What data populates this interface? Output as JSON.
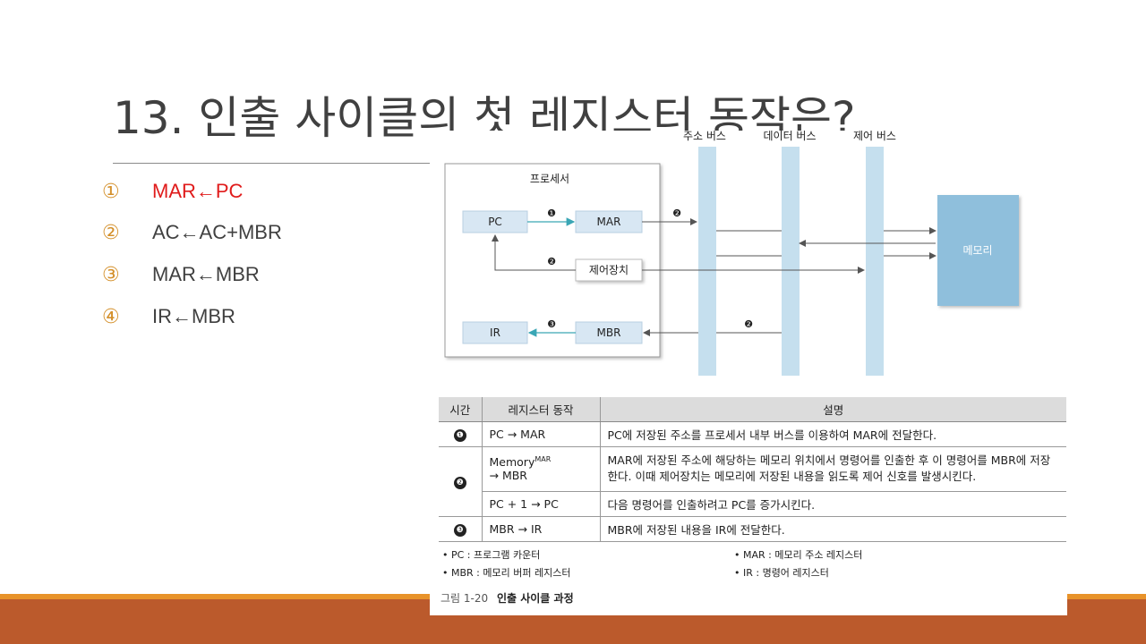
{
  "slide": {
    "title": "13. 인출 사이클의 첫 레지스터 동작은?",
    "options": [
      {
        "num": "①",
        "text": "MAR←PC"
      },
      {
        "num": "②",
        "text": "AC←AC+MBR"
      },
      {
        "num": "③",
        "text": "MAR←MBR"
      },
      {
        "num": "④",
        "text": "IR←MBR"
      }
    ]
  },
  "figure": {
    "diagram": {
      "bus_labels": [
        "주소 버스",
        "데이터 버스",
        "제어 버스"
      ],
      "processor_label": "프로세서",
      "pc": "PC",
      "mar": "MAR",
      "control_unit": "제어장치",
      "ir": "IR",
      "mbr": "MBR",
      "memory": "메모리",
      "step_markers": [
        "❶",
        "❷",
        "❷",
        "❷",
        "❸"
      ]
    },
    "table": {
      "headers": [
        "시간",
        "레지스터 동작",
        "설명"
      ],
      "rows": [
        {
          "time": "❶",
          "op": "PC → MAR",
          "desc": "PC에 저장된 주소를 프로세서 내부 버스를 이용하여 MAR에 전달한다."
        },
        {
          "time": "❷",
          "op_main": "Memory",
          "op_sup": "MAR",
          "op_tail": "→ MBR",
          "desc": "MAR에 저장된 주소에 해당하는 메모리 위치에서 명령어를 인출한 후 이 명령어를 MBR에 저장한다. 이때 제어장치는 메모리에 저장된 내용을 읽도록 제어 신호를 발생시킨다."
        },
        {
          "time": "",
          "op": "PC + 1 → PC",
          "desc": "다음 명령어를 인출하려고 PC를 증가시킨다."
        },
        {
          "time": "❸",
          "op": "MBR → IR",
          "desc": "MBR에 저장된 내용을 IR에 전달한다."
        }
      ]
    },
    "notes": [
      "• PC : 프로그램 카운터",
      "• MAR : 메모리 주소 레지스터",
      "• MBR : 메모리 버퍼 레지스터",
      "• IR : 명령어 레지스터"
    ],
    "caption_num": "그림 1-20",
    "caption_text": "인출 사이클 과정"
  },
  "colors": {
    "accent_orange": "#e8932a",
    "footer_brown": "#bb5a2c",
    "option_number": "#d4902b",
    "highlight_red": "#e01b1b",
    "bus_blue": "#c5dfee",
    "memory_blue": "#8fbfdc",
    "register_box": "#d8e7f3"
  }
}
